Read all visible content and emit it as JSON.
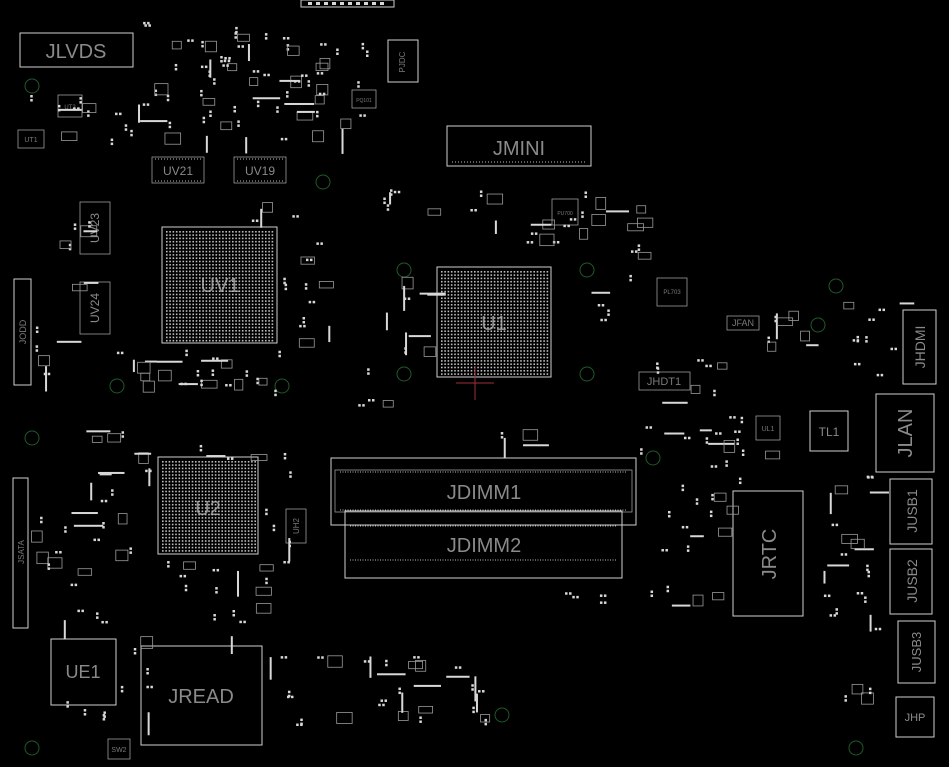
{
  "components": {
    "jlvds": "JLVDS",
    "jmini": "JMINI",
    "uv21": "UV21",
    "uv19": "UV19",
    "uv23": "UV23",
    "uv24": "UV24",
    "uv1": "UV1",
    "u1": "U1",
    "u2": "U2",
    "jdimm1": "JDIMM1",
    "jdimm2": "JDIMM2",
    "jrtc": "JRTC",
    "jlan": "JLAN",
    "jusb1": "JUSB1",
    "jusb2": "JUSB2",
    "jusb3": "JUSB3",
    "jhdmi": "JHDMI",
    "jhp": "JHP",
    "ue1": "UE1",
    "jread": "JREAD",
    "jodd": "JODD",
    "jhdt1": "JHDT1",
    "tl1": "TL1",
    "jfan": "JFAN",
    "pjdc": "PJDC",
    "ut2": "UT2",
    "ut1": "UT1",
    "uh2": "UH2",
    "ul1": "UL1",
    "sw2": "SW2",
    "pl703": "PL703",
    "pu700": "PU700",
    "pq101": "PQ101",
    "jsata": "JSATA"
  },
  "colors": {
    "background": "#000000",
    "silkscreen": "#d0d0d0",
    "label": "#8a8a8a",
    "mounting_hole": "#1f5a2a",
    "marker": "#a0303a"
  }
}
